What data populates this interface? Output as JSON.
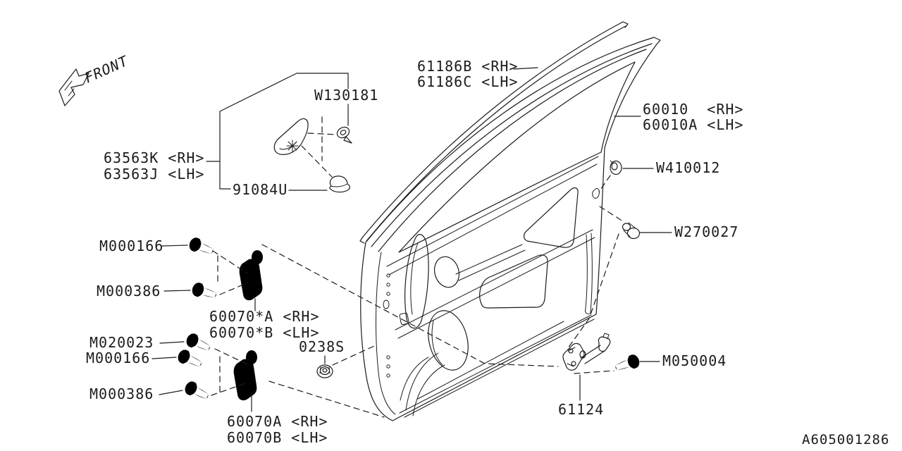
{
  "colors": {
    "ink": "#1c1c1c",
    "background": "#ffffff"
  },
  "front_marker": "FRONT",
  "drawing_number": "A605001286",
  "parts": {
    "weatherstrip": {
      "rh": "61186B <RH>",
      "lh": "61186C <LH>"
    },
    "door_panel": {
      "rh": "60010  <RH>",
      "lh": "60010A <LH>"
    },
    "corner_trim": {
      "rh": "63563K <RH>",
      "lh": "63563J <LH>"
    },
    "clip": "W130181",
    "cone_grommet": "91084U",
    "rear_grommet": "W410012",
    "rear_plug": "W270027",
    "hinge_upper": {
      "rh": "60070*A <RH>",
      "lh": "60070*B <LH>",
      "bolt_a": "M000166",
      "bolt_b": "M000386"
    },
    "hinge_lower": {
      "rh": "60070A <RH>",
      "lh": "60070B <LH>",
      "bolt_a": "M020023",
      "bolt_b": "M000166",
      "bolt_c": "M000386",
      "nut": "0238S"
    },
    "door_check": {
      "number": "61124",
      "bolt": "M050004"
    }
  }
}
